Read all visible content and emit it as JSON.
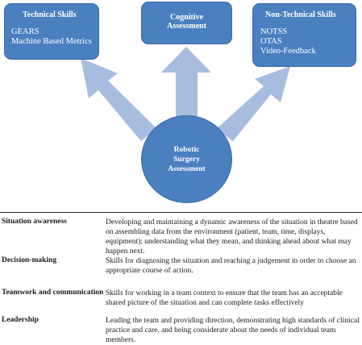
{
  "diagram": {
    "technical": {
      "title": "Technical Skills",
      "items": [
        "GEARS",
        "Machine Based Metrics"
      ]
    },
    "cognitive": {
      "title_lines": [
        "Cognitive",
        "Assessment"
      ]
    },
    "nontechnical": {
      "title": "Non-Technical Skills",
      "items": [
        "NOTSS",
        "OTAS",
        "Video-Feedback"
      ]
    },
    "center": {
      "lines": [
        "Robotic",
        "Surgery",
        "Assessment"
      ]
    },
    "colors": {
      "box": "#4a7fc0",
      "arrow": "#a8bce0",
      "border": "#3a6aa5"
    }
  },
  "table": {
    "rows": [
      {
        "term": "Situation awareness",
        "definition": "Developing and maintaining a dynamic awareness of the situation in theatre based on assembling data from the environment (patient, team, time, displays, equipment); understanding what they mean, and thinking ahead about what may happen next."
      },
      {
        "term": "Decision-making",
        "definition": "Skills for diagnosing the situation and reaching a judgement in order to choose an appropriate course of action."
      },
      {
        "term": "Teamwork and communication",
        "definition": "Skills for working in a team context to ensure that the team has an acceptable shared picture of the situation and can complete tasks effectively"
      },
      {
        "term": "Leadership",
        "definition": "Leading the team and providing direction, demonstrating high standards of clinical practice and care, and being considerate about the needs of individual team members."
      }
    ]
  }
}
